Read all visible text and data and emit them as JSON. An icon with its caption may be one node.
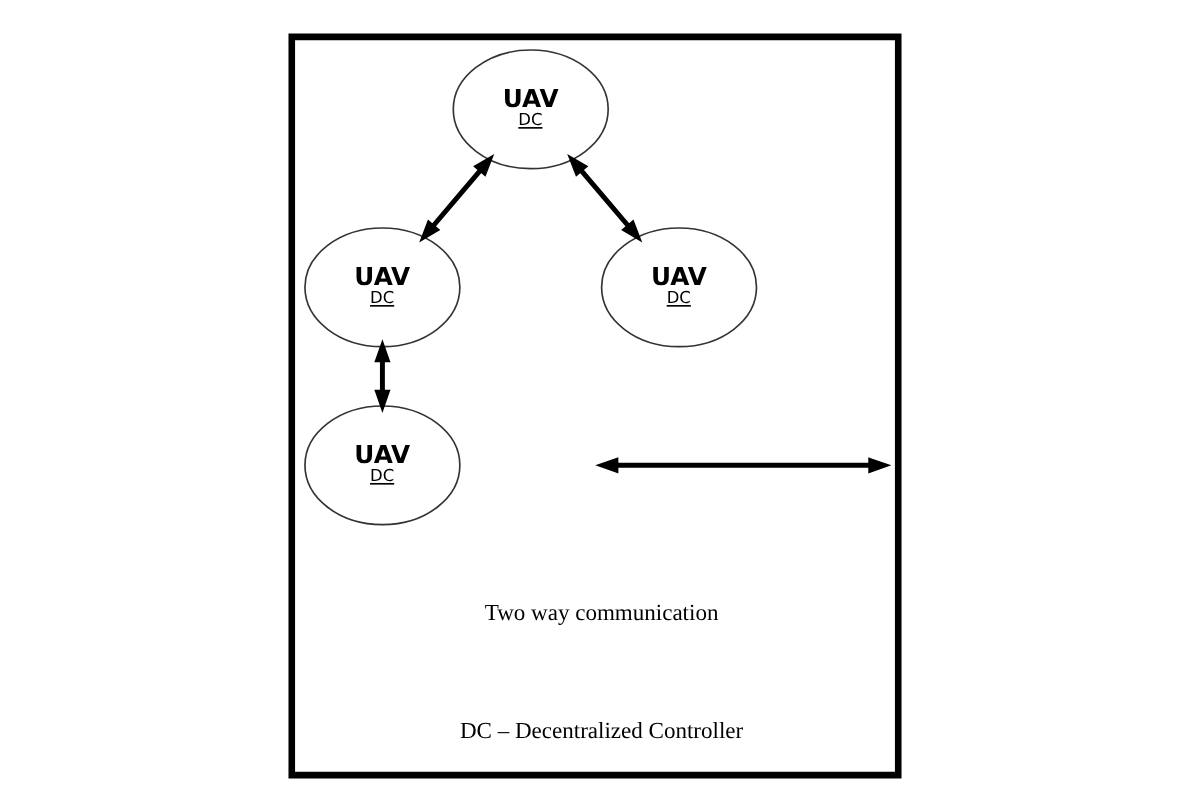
{
  "diagram": {
    "nodes": [
      {
        "text": [],
        "shape": "box"
      },
      {
        "text": [
          "UAV",
          "DC"
        ],
        "in": 0
      },
      {
        "text": [
          "UAV",
          "DC"
        ],
        "in": 0
      },
      {
        "text": [
          "UAV",
          "DC"
        ],
        "in": 0
      },
      {
        "text": [
          "UAV",
          "DC"
        ],
        "in": 0
      }
    ],
    "edges": [
      {
        "from": 2,
        "to": 1,
        "arrow": "both"
      },
      {
        "from": 1,
        "to": 3,
        "arrow": "both"
      },
      {
        "from": 2,
        "to": 4,
        "arrow": "both"
      }
    ],
    "labels": [
      "DC – Decentralized Controller"
    ],
    "legend": [
      {
        "text": "Two way communication"
      }
    ]
  }
}
